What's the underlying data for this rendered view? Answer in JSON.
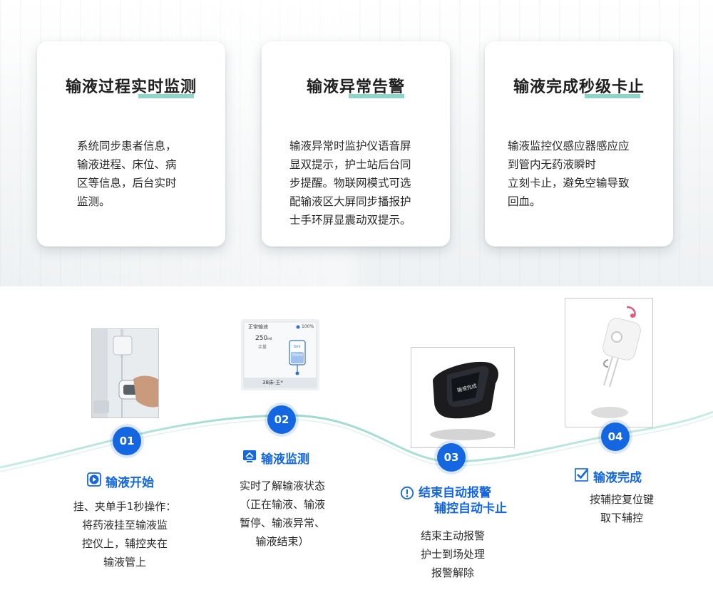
{
  "features": [
    {
      "title": "输液过程实时监测",
      "lines": [
        "系统同步患者信息，",
        "输液进程、床位、病",
        "区等信息，后台实时",
        "监测。"
      ]
    },
    {
      "title": "输液异常告警",
      "lines": [
        "输液异常时监护仪语音屏",
        "显双提示，护士站后台同",
        "步提醒。物联网模式可选",
        "配输液区大屏同步播报护",
        "士手环屏显震动双提示。"
      ]
    },
    {
      "title": "输液完成秒级卡止",
      "lines": [
        "输液监控仪感应器感应应",
        "到管内无药液瞬时",
        "立刻卡止，避免空输导致",
        "回血。"
      ]
    }
  ],
  "steps": [
    {
      "number": "01",
      "icon": "play-icon",
      "title": "输液开始",
      "lines": [
        "挂、夹单手1秒操作：",
        "将药液挂至输液监",
        "控仪上，辅控夹在",
        "输液管上"
      ]
    },
    {
      "number": "02",
      "icon": "monitor-icon",
      "title": "输液监测",
      "lines": [
        "实时了解输液状态",
        "（正在输液、输液",
        "暂停、输液异常、",
        "输液结束）"
      ]
    },
    {
      "number": "03",
      "icon": "alert-icon",
      "title_lines": [
        "结束自动报警",
        "辅控自动卡止"
      ],
      "lines": [
        "结束主动报警",
        "护士到场处理",
        "报警解除"
      ]
    },
    {
      "number": "04",
      "icon": "checkmark-icon",
      "title": "输液完成",
      "lines": [
        "按辅控复位键",
        "取下辅控"
      ]
    }
  ],
  "device_screen": {
    "status": "正常输液",
    "battery": "100%",
    "volume_value": "250",
    "volume_unit": "ml",
    "volume_label": "余量",
    "bag_label_top": "5ml",
    "bag_label_mid": "250ml",
    "bed": "38床-王*"
  },
  "band_screen": {
    "text": "输液完成"
  },
  "colors": {
    "accent_blue": "#1467e0",
    "underline_teal": "#8fd3c9",
    "wave_teal": "#9fd9cc"
  }
}
